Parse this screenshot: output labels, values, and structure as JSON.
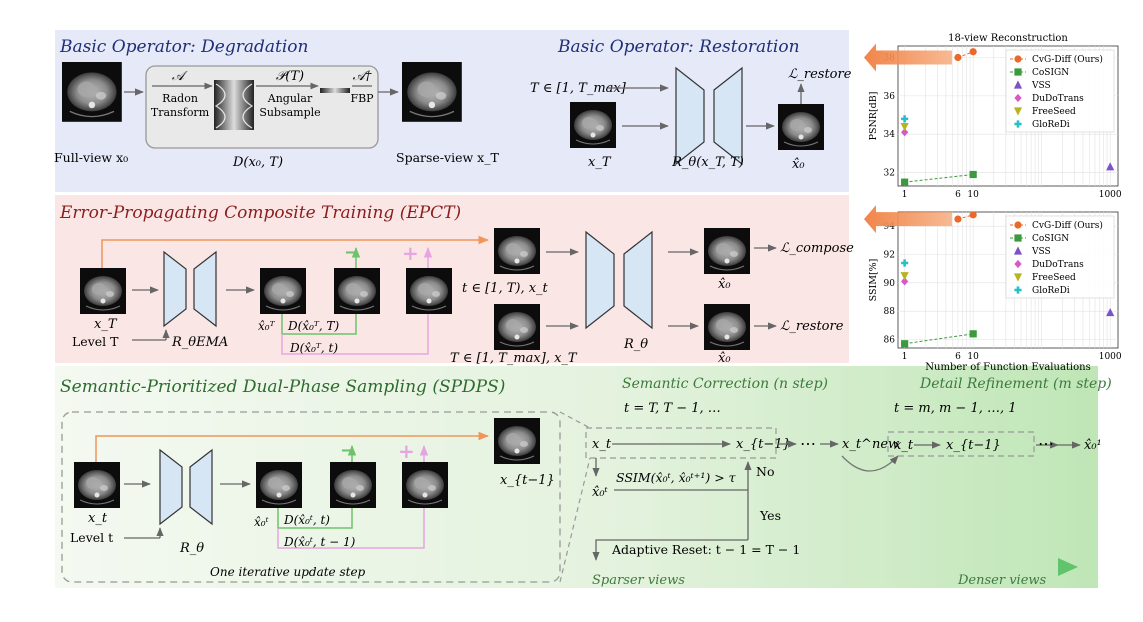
{
  "panel_degradation": {
    "title": "Basic Operator: Degradation",
    "op_radon_symbol": "𝒜",
    "op_radon_label1": "Radon",
    "op_radon_label2": "Transform",
    "op_angular_symbol": "𝒫(T)",
    "op_angular_label1": "Angular",
    "op_angular_label2": "Subsample",
    "op_fbp_symbol": "𝒜†",
    "op_fbp_label": "FBP",
    "full_view_label": "Full-view x₀",
    "sparse_view_label": "Sparse-view x_T",
    "degradation_func": "D(x₀, T)"
  },
  "panel_restoration": {
    "title": "Basic Operator: Restoration",
    "t_range": "T ∈ [1, T_max]",
    "input_label": "x_T",
    "network_label": "R_θ(x_T, T)",
    "output_label": "x̂₀",
    "loss_label": "ℒ_restore"
  },
  "panel_epct": {
    "title": "Error-Propagating Composite Training (EPCT)",
    "input_label": "x_T",
    "level_label": "Level T",
    "ema_network_label": "R_θEMA",
    "pred_label": "x̂₀ᵀ",
    "deg1_label": "D(x̂₀ᵀ, T)",
    "deg2_label": "D(x̂₀ᵀ, t)",
    "minus": "−",
    "plus": "+",
    "compose_input": "t ∈ [1, T), x_t",
    "restore_input": "T ∈ [1, T_max], x_T",
    "network_label": "R_θ",
    "out1_label": "x̂₀",
    "out2_label": "x̂₀",
    "loss_compose": "ℒ_compose",
    "loss_restore": "ℒ_restore"
  },
  "panel_spdps": {
    "title": "Semantic-Prioritized Dual-Phase Sampling (SPDPS)",
    "input_label": "x_t",
    "level_label": "Level t",
    "network_label": "R_θ",
    "pred_label": "x̂₀ᵗ",
    "deg1_label": "D(x̂₀ᵗ, t)",
    "deg2_label": "D(x̂₀ᵗ, t − 1)",
    "minus": "−",
    "plus": "+",
    "output_label": "x_{t−1}",
    "caption": "One iterative update step",
    "semantic_title": "Semantic Correction (n step)",
    "semantic_t": "t = T, T − 1, …",
    "detail_title": "Detail Refinement (m step)",
    "detail_t": "t = m, m − 1, …, 1",
    "sc_xt": "x_t",
    "sc_xt1": "x_{t−1}",
    "sc_dots": "⋯",
    "sc_xnew": "x_t^new",
    "sc_x0hat": "x̂₀ᵗ",
    "ssim_cond": "SSIM(x̂₀ᵗ, x̂₀ᵗ⁺¹) > τ",
    "no_label": "No",
    "yes_label": "Yes",
    "reset_label": "Adaptive Reset: t − 1 = T − 1",
    "dr_xt": "x_t",
    "dr_xt1": "x_{t−1}",
    "dr_dots": "⋯",
    "dr_final": "x̂₀¹",
    "sparser": "Sparser views",
    "denser": "Denser views"
  },
  "colors": {
    "blue_bg": "#e6e9f8",
    "pink_bg": "#fbe6e6",
    "green_bg": "#e4f2df",
    "orange": "#f0965a",
    "green": "#6cc36a",
    "pink": "#e6a5e0",
    "unet_fill": "#d6e6f5",
    "title_blue": "#1f2f78",
    "title_red": "#8a1c1c",
    "title_green": "#2e6b2e"
  },
  "chart_data": [
    {
      "type": "scatter",
      "title": "18-view Reconstruction",
      "xlabel": "",
      "ylabel": "PSNR[dB]",
      "xscale": "log",
      "xlim": [
        0.8,
        1300
      ],
      "ylim": [
        31.3,
        38.6
      ],
      "xticks": [
        "1",
        "6",
        "10",
        "1000"
      ],
      "yticks": [
        "32",
        "34",
        "36",
        "38"
      ],
      "grid": true,
      "legend_position": "top-right",
      "series": [
        {
          "name": "CvG-Diff (Ours)",
          "color": "#e8692a",
          "marker": "circle",
          "line": true,
          "x": [
            6,
            10
          ],
          "y": [
            38.0,
            38.3
          ]
        },
        {
          "name": "CoSIGN",
          "color": "#3b9a3b",
          "marker": "square",
          "line": true,
          "x": [
            1,
            10
          ],
          "y": [
            31.5,
            31.9
          ]
        },
        {
          "name": "VSS",
          "color": "#7b52c7",
          "marker": "triangle-up",
          "line": false,
          "x": [
            1000
          ],
          "y": [
            32.3
          ]
        },
        {
          "name": "DuDoTrans",
          "color": "#d957c8",
          "marker": "diamond",
          "line": false,
          "x": [
            1
          ],
          "y": [
            34.1
          ]
        },
        {
          "name": "FreeSeed",
          "color": "#b5b522",
          "marker": "triangle-down",
          "line": false,
          "x": [
            1
          ],
          "y": [
            34.4
          ]
        },
        {
          "name": "GloReDi",
          "color": "#27c0c6",
          "marker": "plus-filled",
          "line": false,
          "x": [
            1
          ],
          "y": [
            34.8
          ]
        }
      ]
    },
    {
      "type": "scatter",
      "title": "",
      "xlabel": "Number of Function Evaluations",
      "ylabel": "SSIM[%]",
      "xscale": "log",
      "xlim": [
        0.8,
        1300
      ],
      "ylim": [
        85.4,
        95.0
      ],
      "xticks": [
        "1",
        "6",
        "10",
        "1000"
      ],
      "yticks": [
        "86",
        "88",
        "90",
        "92",
        "94"
      ],
      "grid": true,
      "legend_position": "top-right",
      "series": [
        {
          "name": "CvG-Diff (Ours)",
          "color": "#e8692a",
          "marker": "circle",
          "line": true,
          "x": [
            6,
            10
          ],
          "y": [
            94.5,
            94.8
          ]
        },
        {
          "name": "CoSIGN",
          "color": "#3b9a3b",
          "marker": "square",
          "line": true,
          "x": [
            1,
            10
          ],
          "y": [
            85.7,
            86.4
          ]
        },
        {
          "name": "VSS",
          "color": "#7b52c7",
          "marker": "triangle-up",
          "line": false,
          "x": [
            1000
          ],
          "y": [
            87.9
          ]
        },
        {
          "name": "DuDoTrans",
          "color": "#d957c8",
          "marker": "diamond",
          "line": false,
          "x": [
            1
          ],
          "y": [
            90.1
          ]
        },
        {
          "name": "FreeSeed",
          "color": "#b5b522",
          "marker": "triangle-down",
          "line": false,
          "x": [
            1
          ],
          "y": [
            90.5
          ]
        },
        {
          "name": "GloReDi",
          "color": "#27c0c6",
          "marker": "plus-filled",
          "line": false,
          "x": [
            1
          ],
          "y": [
            91.4
          ]
        }
      ]
    }
  ]
}
